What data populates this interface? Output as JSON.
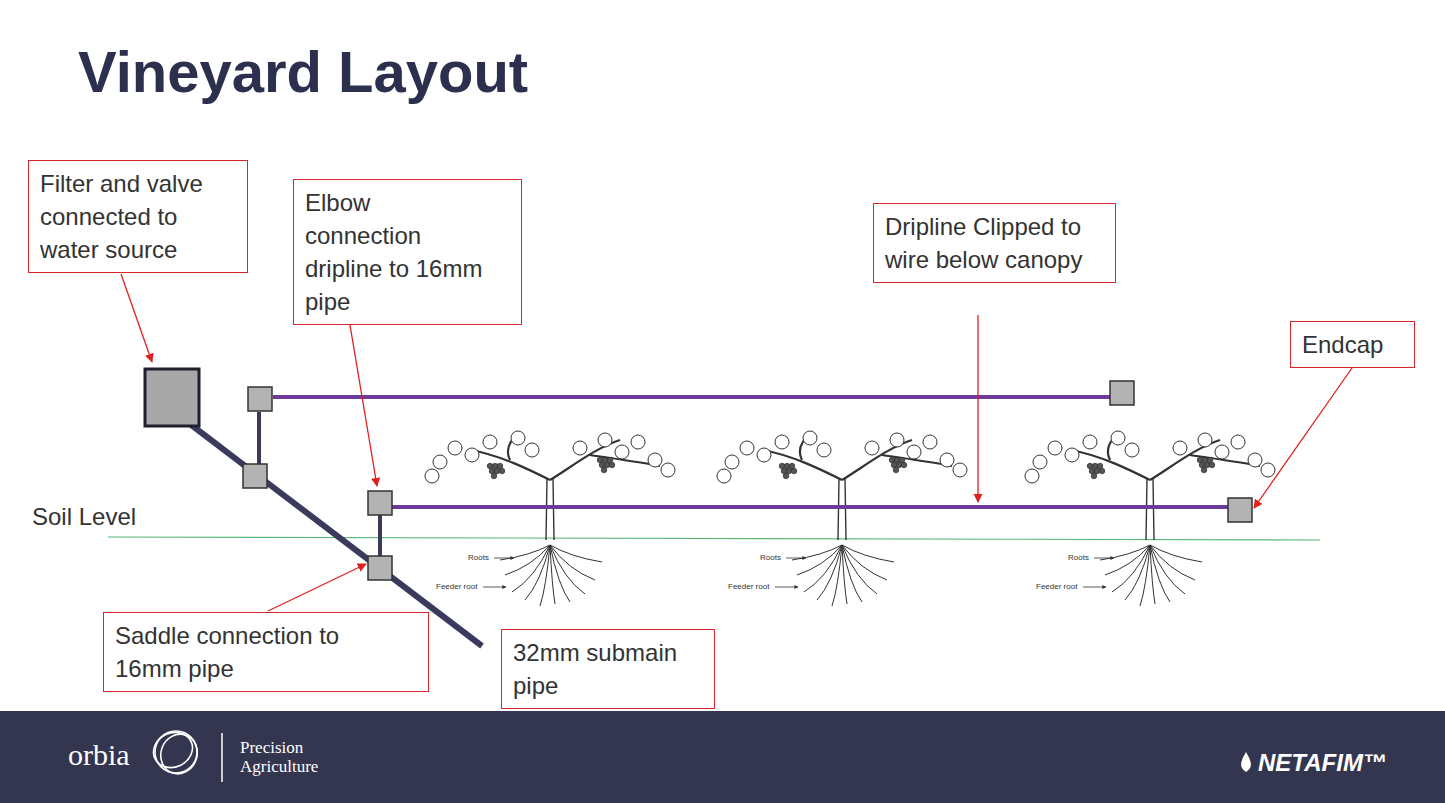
{
  "diagram": {
    "title": "Vineyard Layout",
    "nodes": [
      {
        "text": [
          "Filter and valve connected to water source"
        ]
      },
      {
        "text": [
          "Elbow connection dripline to 16mm pipe"
        ]
      },
      {
        "text": [
          "Dripline Clipped to wire below canopy"
        ]
      },
      {
        "text": [
          "Endcap"
        ]
      },
      {
        "text": [
          "Saddle connection to 16mm pipe"
        ]
      },
      {
        "text": [
          "32mm submain pipe"
        ]
      }
    ],
    "labels": [
      "Soil Level",
      "Roots",
      "Feeder root",
      "Roots",
      "Feeder root",
      "Roots",
      "Feeder root",
      "orbia",
      "Precision Agriculture",
      "NETAFIM™"
    ]
  }
}
